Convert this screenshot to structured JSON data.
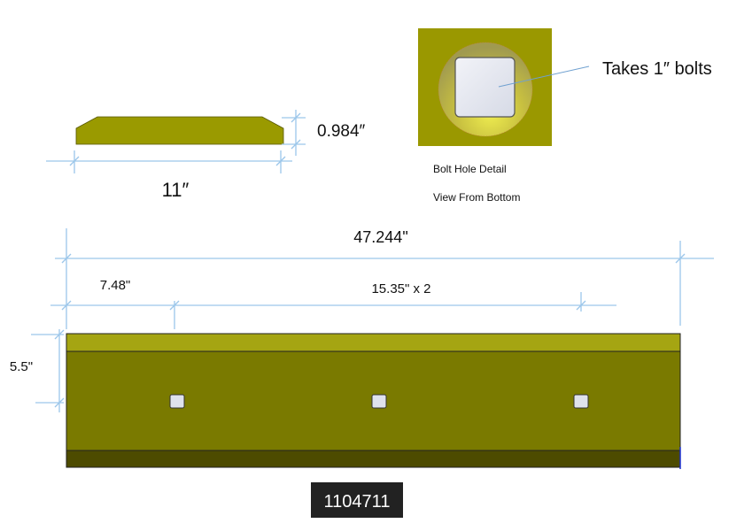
{
  "profile_view": {
    "width_label": "11″",
    "thickness_label": "0.984″"
  },
  "bolt_detail": {
    "callout": "Takes 1″ bolts",
    "caption_1": "Bolt Hole Detail",
    "caption_2": "View From Bottom"
  },
  "front_view": {
    "overall_length_label": "47.244\"",
    "first_hole_label": "7.48\"",
    "hole_spacing_label": "15.35\" x 2",
    "height_label": "5.5\"",
    "hole_count": 3
  },
  "part_number": "1104711",
  "colors": {
    "plate_top": "#a5a512",
    "plate_face": "#7a7a00",
    "plate_bottom": "#4d4b00",
    "profile": "#9a9a00",
    "dimension_line": "#9cc6ea",
    "label_bg": "#222222"
  }
}
